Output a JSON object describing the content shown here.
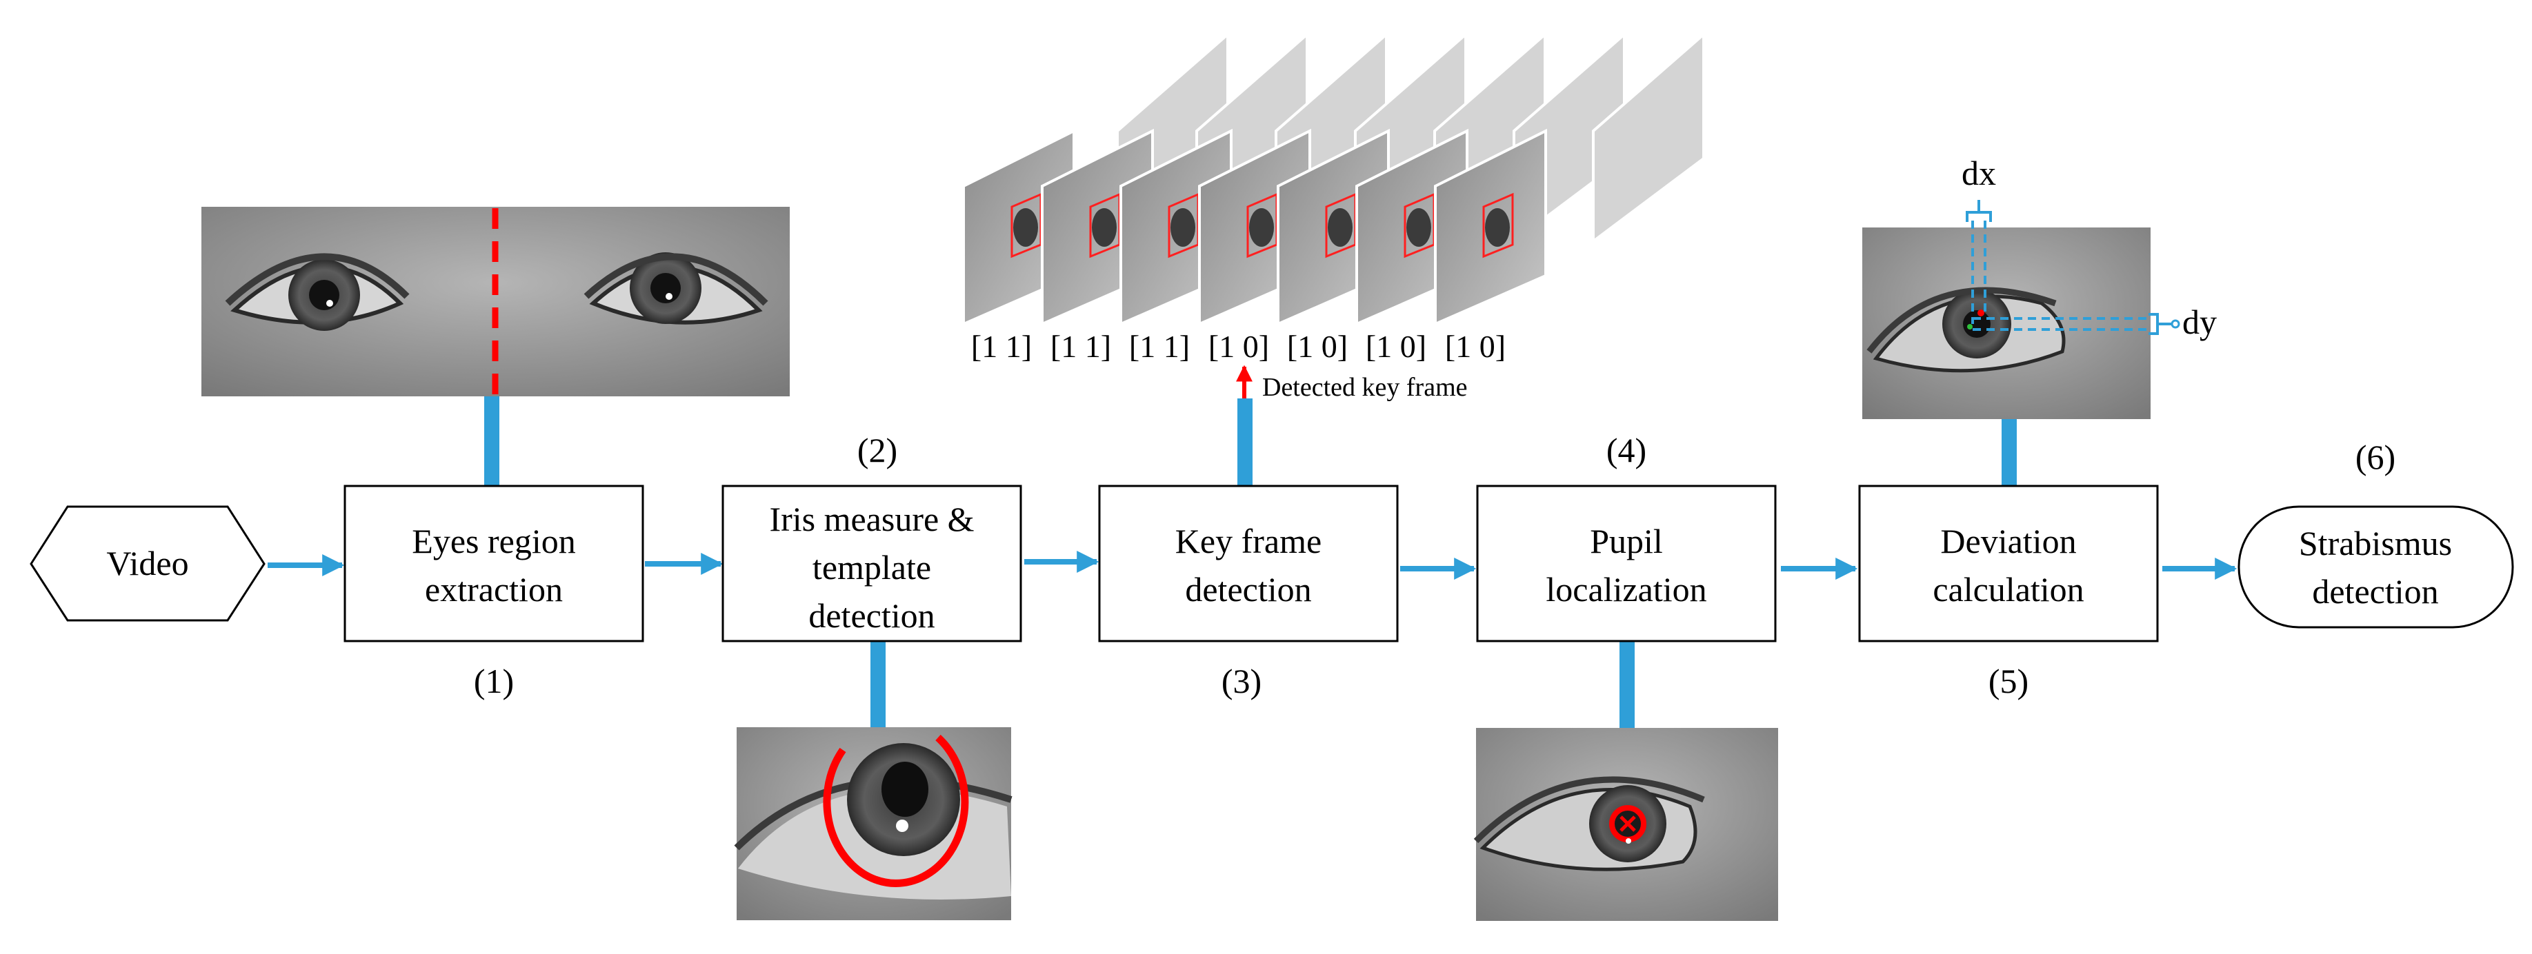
{
  "colors": {
    "connector": "#2f9fd8",
    "highlight": "#ff0000",
    "box_stroke": "#000000"
  },
  "nodes": {
    "video": "Video",
    "step1": [
      "Eyes region",
      "extraction"
    ],
    "step2": [
      "Iris measure &",
      "template",
      "detection"
    ],
    "step3": [
      "Key frame",
      "detection"
    ],
    "step4": [
      "Pupil",
      "localization"
    ],
    "step5": [
      "Deviation",
      "calculation"
    ],
    "step6": [
      "Strabismus",
      "detection"
    ]
  },
  "step_numbers": {
    "s1": "(1)",
    "s2": "(2)",
    "s3": "(3)",
    "s4": "(4)",
    "s5": "(5)",
    "s6": "(6)"
  },
  "frame_labels": [
    "[1 1]",
    "[1 1]",
    "[1 1]",
    "[1 0]",
    "[1 0]",
    "[1 0]",
    "[1 0]"
  ],
  "key_frame_note": "Detected key frame",
  "deviation_labels": {
    "dx": "dx",
    "dy": "dy"
  },
  "images": [
    "both-eyes-photo",
    "iris-detection-photo",
    "frame-stack",
    "pupil-localization-photo",
    "deviation-photo"
  ]
}
